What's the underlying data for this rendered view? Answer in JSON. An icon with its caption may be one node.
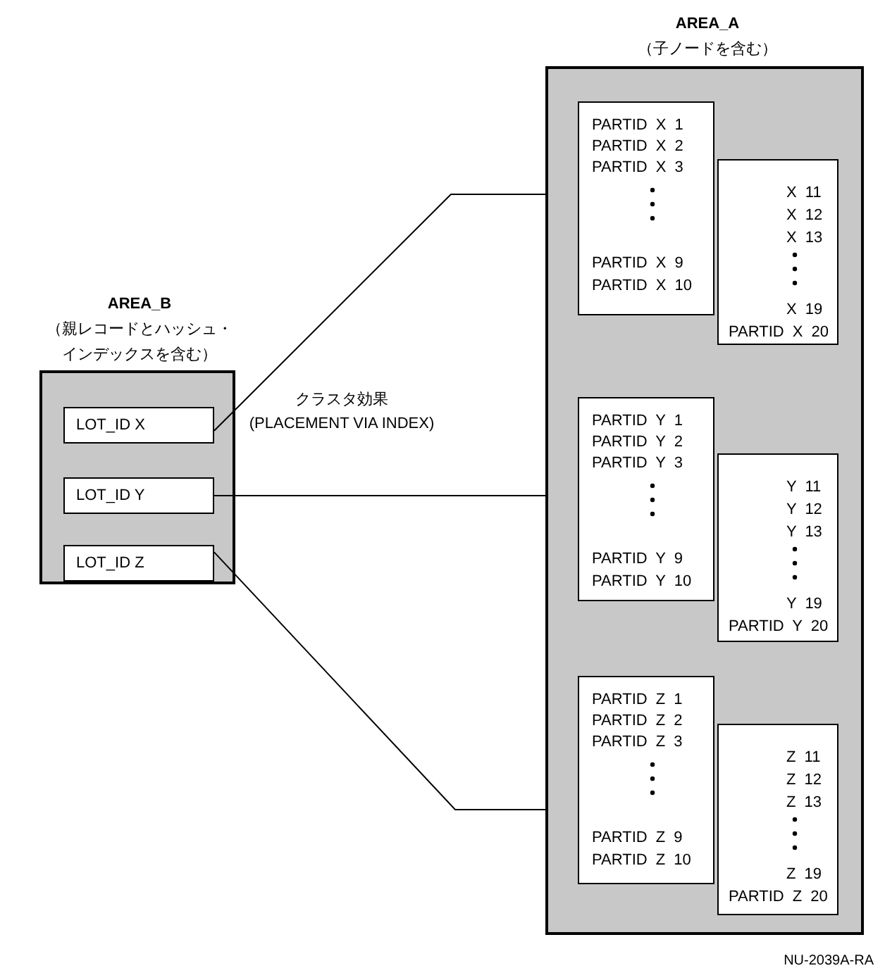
{
  "diagram": {
    "nodes": [
      {
        "text": [
          "AREA_A",
          "（子ノードを含む）"
        ]
      },
      {
        "text": [
          "PARTID X 1",
          "PARTID X 2",
          "PARTID X 3",
          "PARTID X 9",
          "PARTID X 10"
        ],
        "in": 0
      },
      {
        "text": [
          "X 11",
          "X 12",
          "X 13",
          "X 19",
          "PARTID X 20"
        ],
        "in": 0
      },
      {
        "text": [
          "PARTID Y 1",
          "PARTID Y 2",
          "PARTID Y 3",
          "PARTID Y 9",
          "PARTID Y 10"
        ],
        "in": 0
      },
      {
        "text": [
          "Y 11",
          "Y 12",
          "Y 13",
          "Y 19",
          "PARTID Y 20"
        ],
        "in": 0
      },
      {
        "text": [
          "PARTID Z 1",
          "PARTID Z 2",
          "PARTID Z 3",
          "PARTID Z 9",
          "PARTID Z 10"
        ],
        "in": 0
      },
      {
        "text": [
          "Z 11",
          "Z 12",
          "Z 13",
          "Z 19",
          "PARTID Z 20"
        ],
        "in": 0
      },
      {
        "text": [
          "AREA_B",
          "（親レコードとハッシュ・インデックスを含む）"
        ]
      },
      {
        "text": [
          "LOT_ID X"
        ],
        "in": 7
      },
      {
        "text": [
          "LOT_ID Y"
        ],
        "in": 7
      },
      {
        "text": [
          "LOT_ID Z"
        ],
        "in": 7
      }
    ],
    "edges": [
      {
        "from": 8,
        "to": 0,
        "arrow": "none"
      },
      {
        "from": 9,
        "to": 0,
        "arrow": "none"
      },
      {
        "from": 10,
        "to": 0,
        "arrow": "none"
      }
    ],
    "labels": [
      "クラスタ効果",
      "(PLACEMENT VIA INDEX)",
      "NU-2039A-RA"
    ]
  }
}
